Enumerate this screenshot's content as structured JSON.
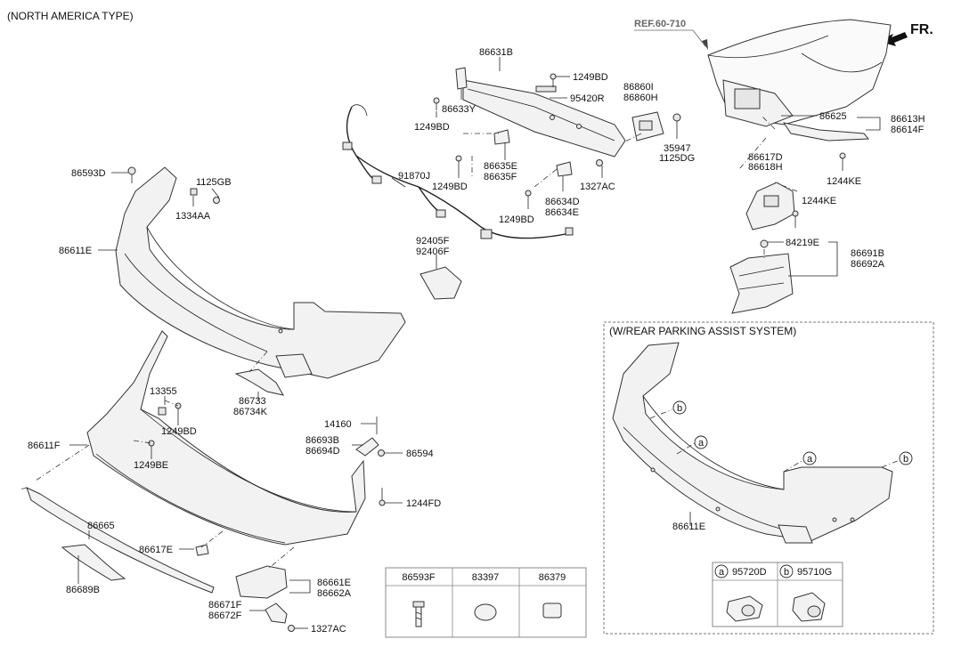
{
  "header": {
    "type_label": "(NORTH AMERICA TYPE)",
    "ref_label": "REF.60-710",
    "fr_label": "FR."
  },
  "labels": {
    "p86631B": "86631B",
    "p1249BD_a": "1249BD",
    "p95420R": "95420R",
    "p86860I": "86860I",
    "p86860H": "86860H",
    "p1249BD_b": "1249BD",
    "p86633Y": "86633Y",
    "p35947": "35947",
    "p1125DG": "1125DG",
    "p86635E": "86635E",
    "p86635F": "86635F",
    "p91870J": "91870J",
    "p1249BD_c": "1249BD",
    "p1327AC_a": "1327AC",
    "p86634D": "86634D",
    "p86634E": "86634E",
    "p1249BD_d": "1249BD",
    "p86593D": "86593D",
    "p1125GB": "1125GB",
    "p1334AA": "1334AA",
    "p86611E_a": "86611E",
    "p92405F": "92405F",
    "p92406F": "92406F",
    "p86625": "86625",
    "p86613H": "86613H",
    "p86614F": "86614F",
    "p86617D": "86617D",
    "p86618H": "86618H",
    "p1244KE_a": "1244KE",
    "p1244KE_b": "1244KE",
    "p84219E": "84219E",
    "p86691B": "86691B",
    "p86692A": "86692A",
    "p86733": "86733",
    "p86734K": "86734K",
    "p13355": "13355",
    "p1249BD_e": "1249BD",
    "p86611F": "86611F",
    "p1249BE": "1249BE",
    "p14160": "14160",
    "p86693B": "86693B",
    "p86694D": "86694D",
    "p86594": "86594",
    "p1244FD": "1244FD",
    "p86665": "86665",
    "p86617E": "86617E",
    "p86689B": "86689B",
    "p86661E": "86661E",
    "p86662A": "86662A",
    "p86671F": "86671F",
    "p86672F": "86672F",
    "p1327AC_b": "1327AC"
  },
  "parts_table": {
    "headers": [
      "86593F",
      "83397",
      "86379"
    ]
  },
  "inset": {
    "title": "(W/REAR PARKING ASSIST SYSTEM)",
    "part_label": "86611E",
    "callouts": [
      "b",
      "a",
      "a",
      "b"
    ],
    "sensor_table": [
      {
        "letter": "a",
        "code": "95720D"
      },
      {
        "letter": "b",
        "code": "95710G"
      }
    ]
  }
}
